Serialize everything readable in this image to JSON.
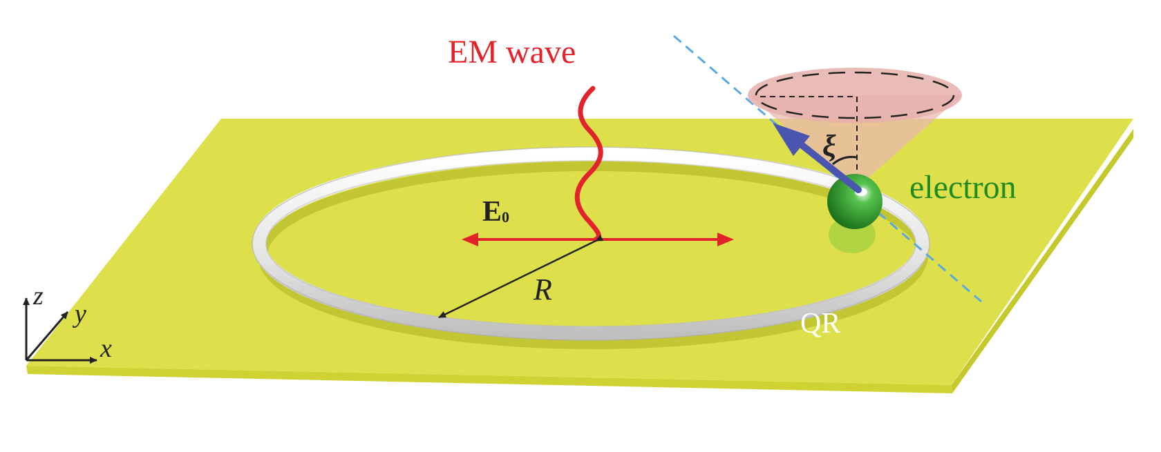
{
  "labels": {
    "em_wave": "EM wave",
    "field": "E",
    "field_sub": "0",
    "radius": "R",
    "angle": "ξ",
    "electron": "electron",
    "ring": "QR",
    "axis_x": "x",
    "axis_y": "y",
    "axis_z": "z"
  },
  "colors": {
    "substrate_top": "#dde04a",
    "substrate_side": "#c9cc2e",
    "ring": "#e9e9e9",
    "wave": "#e3232b",
    "electron": "#2e9e2a",
    "electron_label": "#1f8a1f",
    "spin_arrow": "#4a55b0",
    "cone": "#e8b8b0",
    "dashed_axis": "#5aa8e0",
    "ring_label": "#ffffff",
    "text": "#222222"
  }
}
